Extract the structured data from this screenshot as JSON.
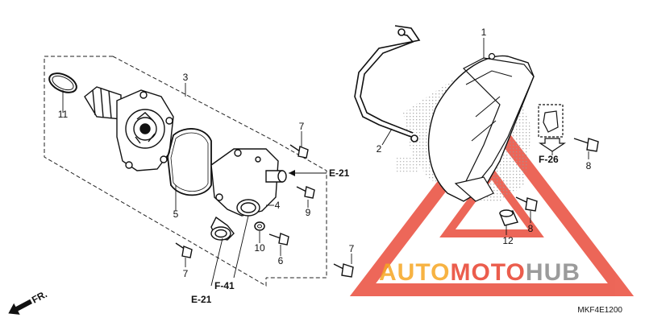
{
  "callouts": {
    "c1": "1",
    "c2": "2",
    "c3": "3",
    "c4": "4",
    "c5": "5",
    "c6": "6",
    "c7a": "7",
    "c7b": "7",
    "c7c": "7",
    "c8a": "8",
    "c8b": "8",
    "c9": "9",
    "c10": "10",
    "c11": "11",
    "c12": "12"
  },
  "refs": {
    "e21_top": "E-21",
    "e21_bottom": "E-21",
    "f41": "F-41",
    "f26": "F-26",
    "front": "FR."
  },
  "diagram_code": "MKF4E1200",
  "watermark": {
    "part1": "AUTO",
    "part2": "MOTO",
    "part3": "HUB",
    "colors": {
      "orange": "#F6A623",
      "red": "#E8412F",
      "gray": "#8A8A8A"
    }
  }
}
